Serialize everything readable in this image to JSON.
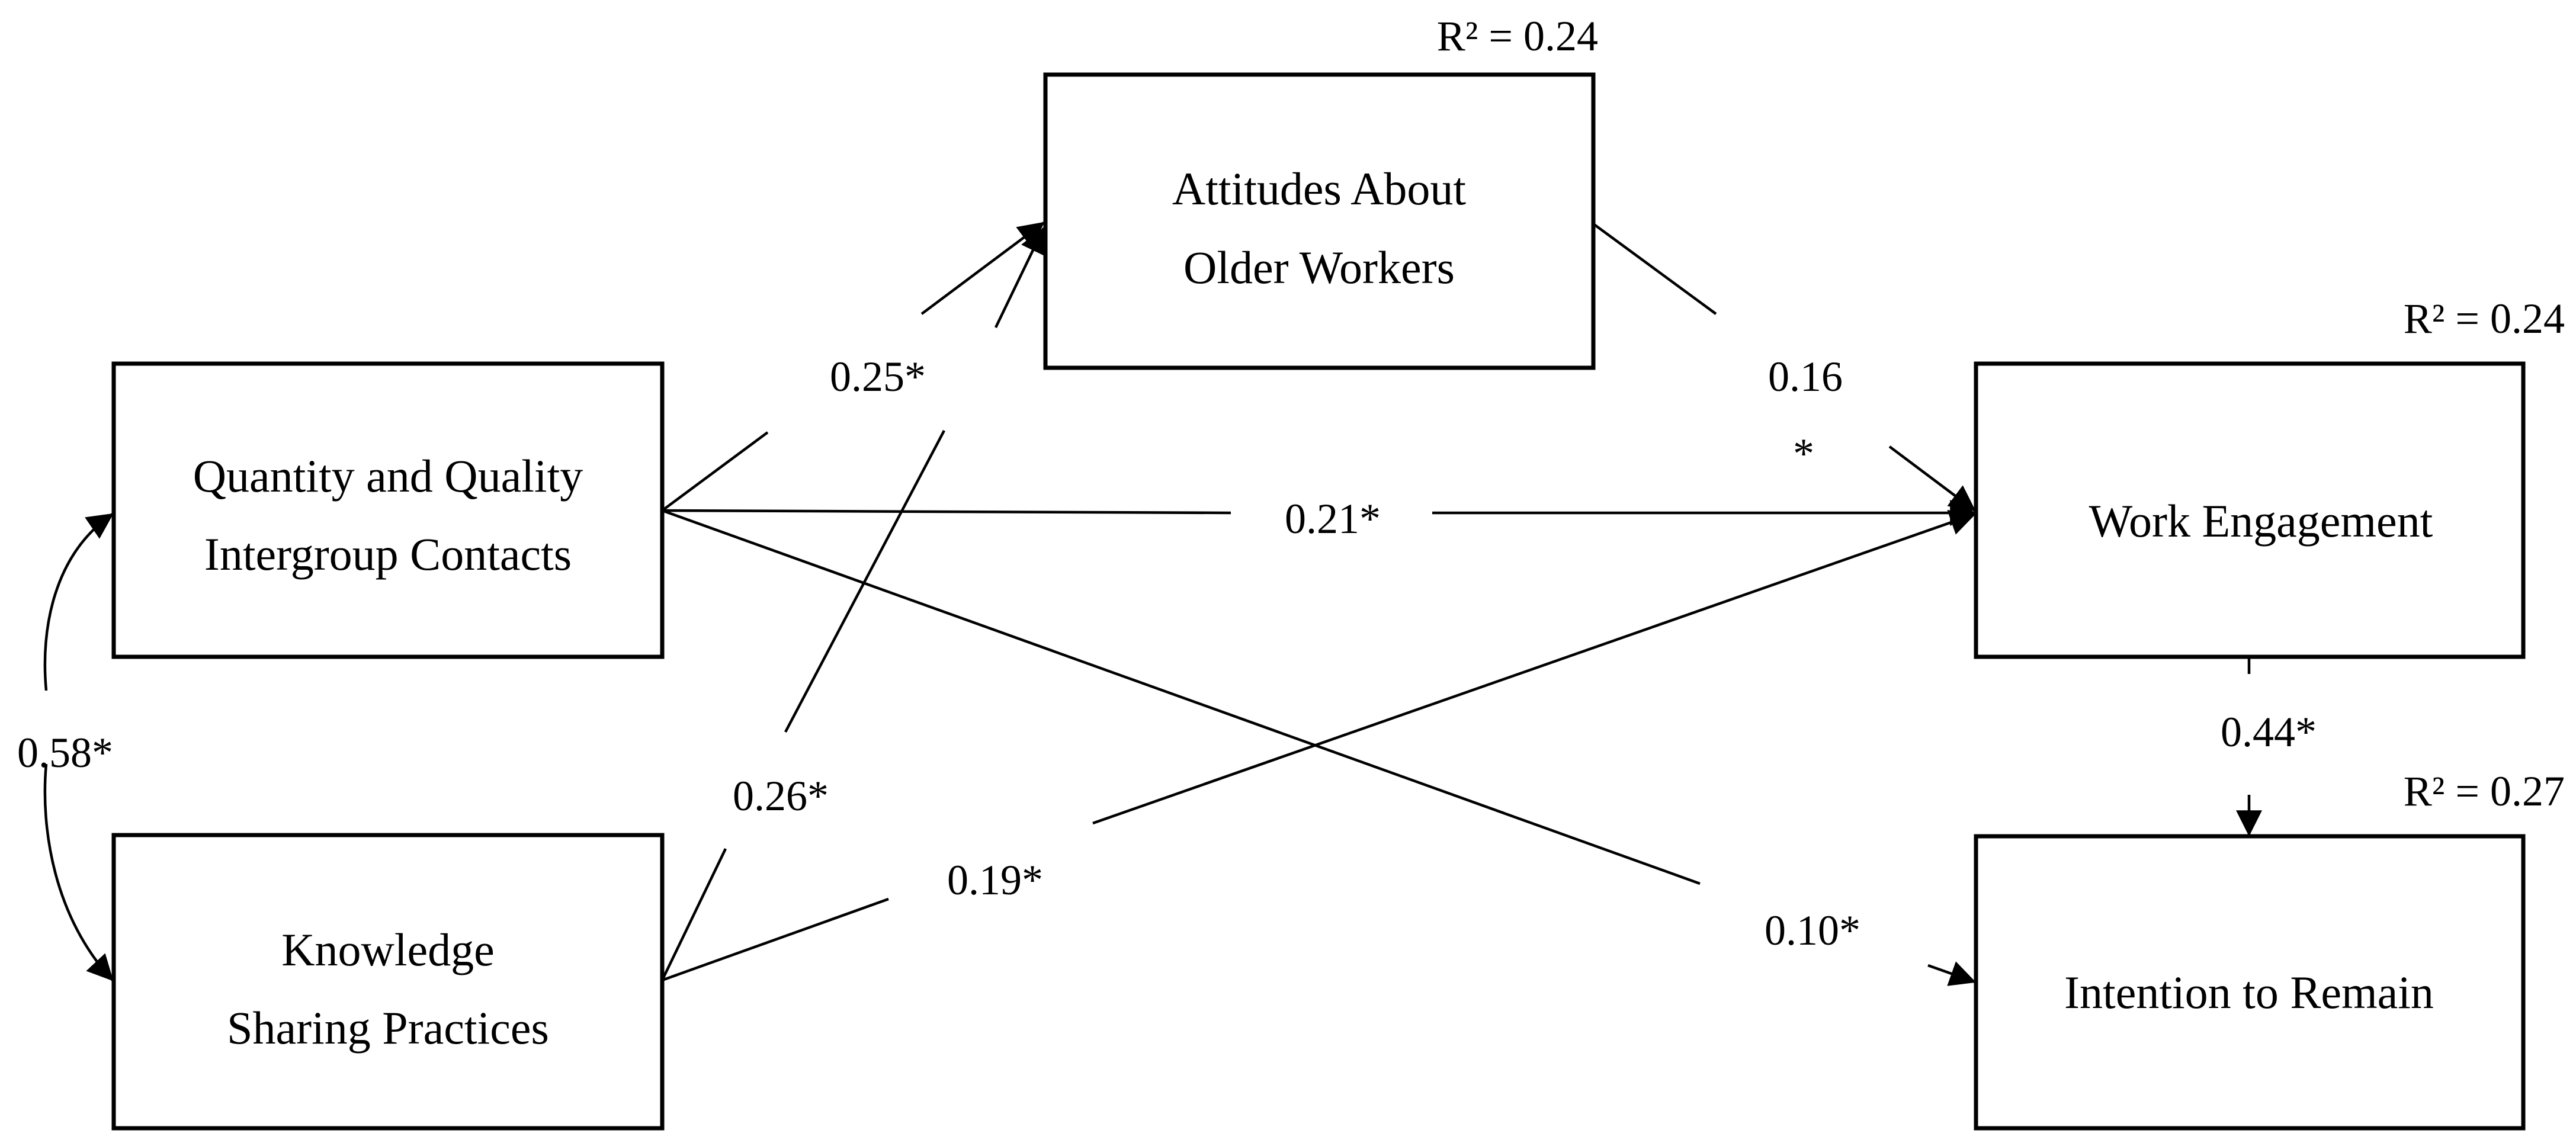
{
  "nodes": {
    "attitudes": {
      "line1": "Attitudes About",
      "line2": "Older Workers",
      "r2": "R² = 0.24"
    },
    "contacts": {
      "line1": "Quantity and Quality",
      "line2": "Intergroup Contacts"
    },
    "knowledge": {
      "line1": "Knowledge",
      "line2": "Sharing Practices"
    },
    "engagement": {
      "line1": "Work Engagement",
      "r2": "R² = 0.24"
    },
    "intention": {
      "line1": "Intention to Remain",
      "r2": "R² = 0.27"
    }
  },
  "paths": {
    "contacts_to_attitudes": "0.25*",
    "knowledge_to_attitudes": "0.26*",
    "attitudes_to_engagement_value": "0.16",
    "attitudes_to_engagement_sig": "*",
    "contacts_to_engagement": "0.21*",
    "knowledge_to_engagement": "0.19*",
    "contacts_to_intention": "0.10*",
    "engagement_to_intention": "0.44*",
    "contacts_knowledge_correlation": "0.58*"
  }
}
